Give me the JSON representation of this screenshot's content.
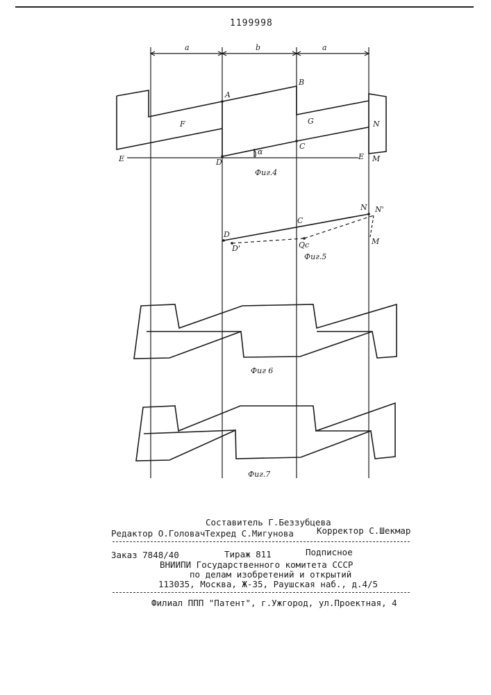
{
  "header": {
    "patent_number": "1199998"
  },
  "figures": {
    "dims": {
      "a1": "a",
      "b": "b",
      "a2": "a"
    },
    "fig4": {
      "caption": "Фиг.4",
      "points": {
        "A": "A",
        "B": "B",
        "C": "C",
        "D": "D",
        "E_left": "E",
        "E_right": "E",
        "F": "F",
        "G": "G",
        "M": "M",
        "N": "N",
        "alpha": "α"
      }
    },
    "fig5": {
      "caption": "Фиг.5",
      "points": {
        "D": "D",
        "C": "C",
        "N": "N",
        "N_prime": "N'",
        "D_prime": "D'",
        "Qc": "Qc",
        "M": "M"
      }
    },
    "fig6": {
      "caption": "Фиг 6"
    },
    "fig7": {
      "caption": "Фиг.7"
    }
  },
  "imprint": {
    "compiler": "Составитель Г.Беззубцева",
    "editor": "Редактор О.Головач",
    "techred": "Техред С.Мигунова",
    "corrector": "Корректор С.Шекмар",
    "order": "Заказ 7848/40",
    "circulation": "Тираж 811",
    "subscription": "Подписное",
    "org_line1": "ВНИИПИ Государственного комитета СССР",
    "org_line2": "по делам изобретений и открытий",
    "address": "113035, Москва, Ж-35, Раушская наб., д.4/5",
    "branch": "Филиал ППП \"Патент\", г.Ужгород, ул.Проектная, 4"
  }
}
